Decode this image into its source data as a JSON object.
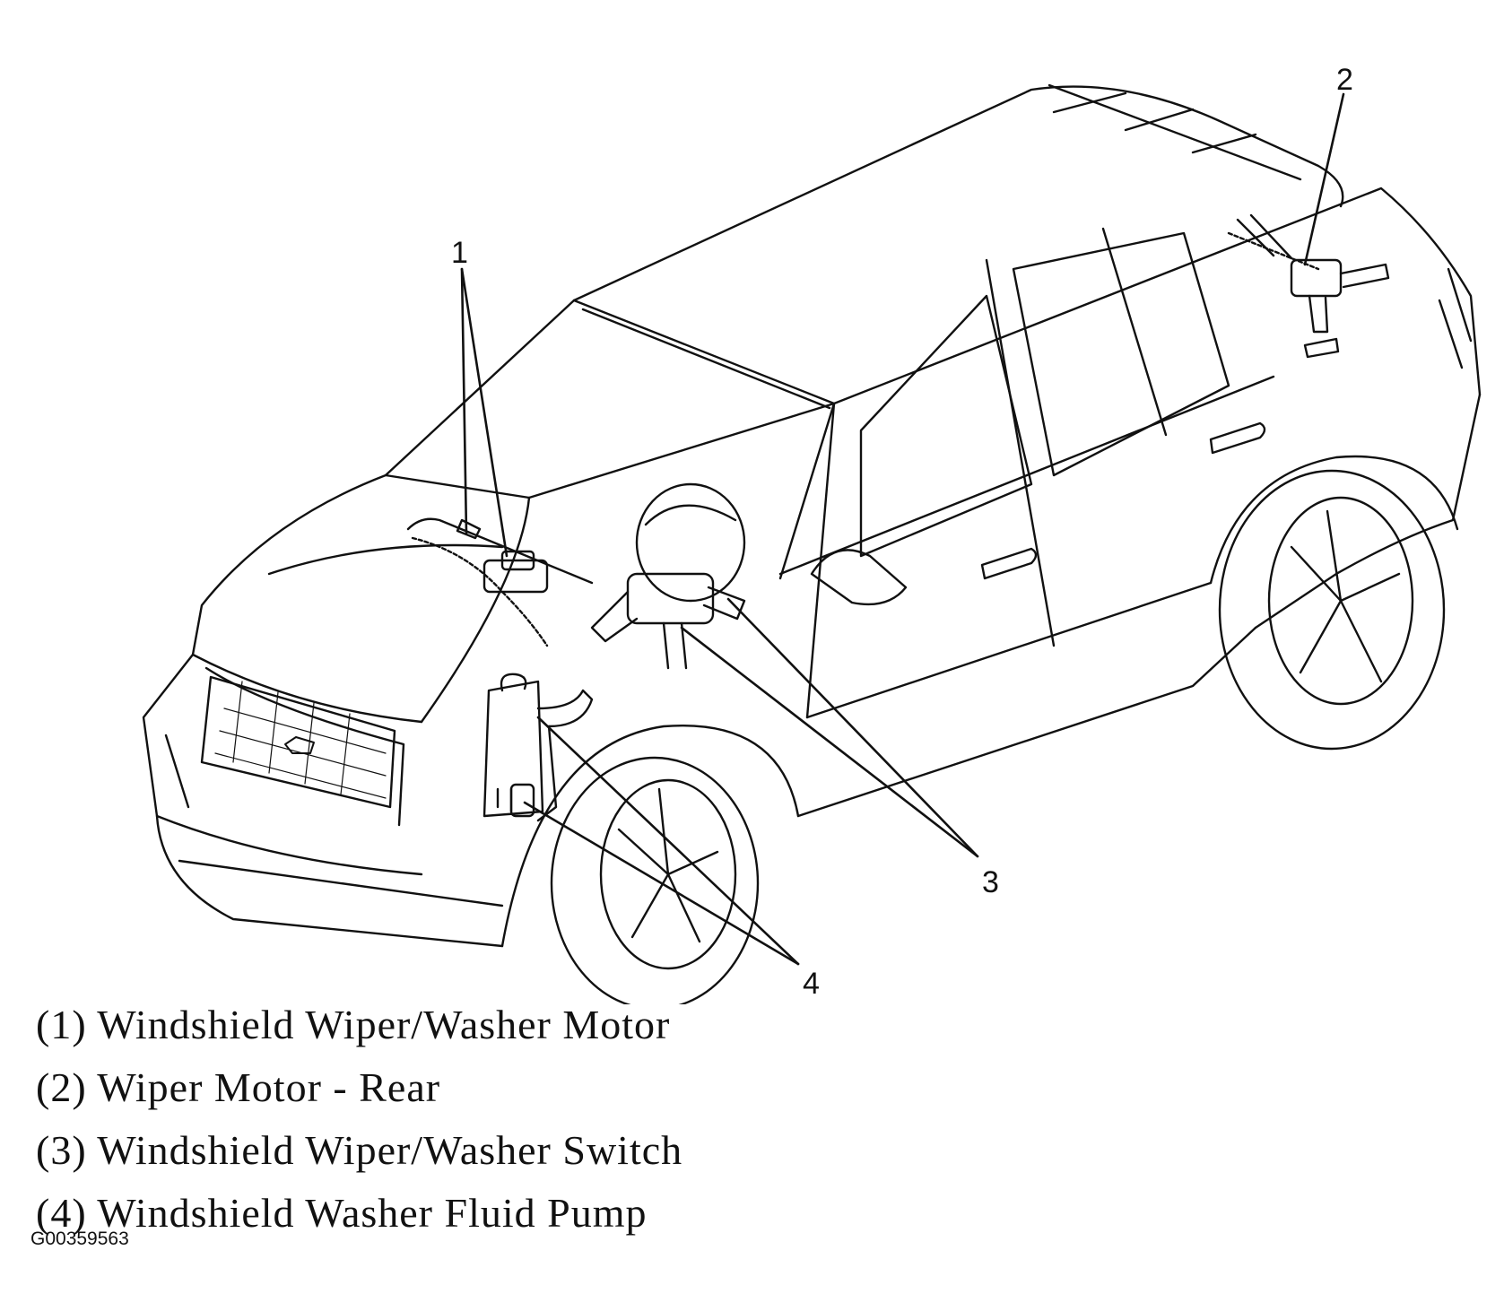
{
  "callouts": [
    "1",
    "2",
    "3",
    "4"
  ],
  "legend": [
    "(1) Windshield Wiper/Washer Motor",
    "(2) Wiper Motor - Rear",
    "(3) Windshield Wiper/Washer Switch",
    "(4) Windshield Washer Fluid Pump"
  ],
  "figure_id": "G00359563"
}
